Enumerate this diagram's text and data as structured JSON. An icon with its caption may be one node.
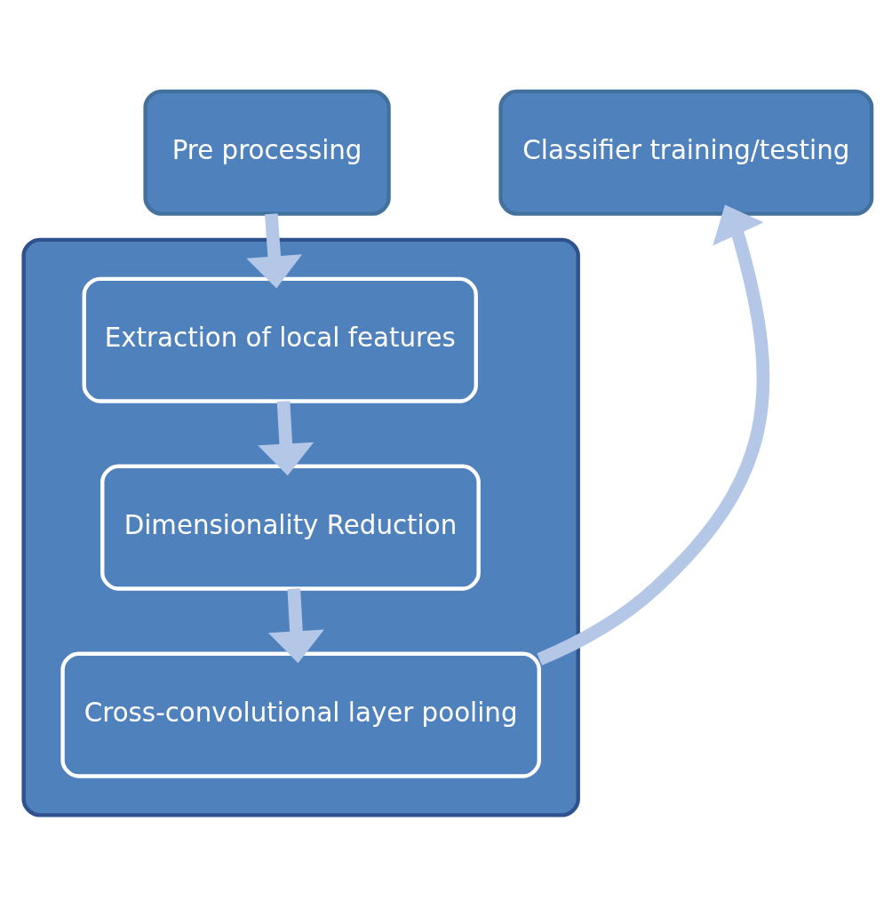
{
  "diagram": {
    "nodes": [
      {
        "text": [
          "Pre processing"
        ]
      },
      {
        "text": [
          "Classifier training/testing"
        ]
      },
      {
        "text": [],
        "shape": "box"
      },
      {
        "text": [
          "Extraction of local features"
        ],
        "in": 2
      },
      {
        "text": [
          "Dimensionality Reduction"
        ],
        "in": 2
      },
      {
        "text": [
          "Cross-convolutional layer pooling"
        ],
        "in": 2
      }
    ],
    "edges": [
      {
        "from": 0,
        "to": 3,
        "arrow": "to"
      },
      {
        "from": 3,
        "to": 4,
        "arrow": "to"
      },
      {
        "from": 4,
        "to": 5,
        "arrow": "to"
      },
      {
        "from": 5,
        "to": 1,
        "arrow": "to"
      }
    ]
  }
}
